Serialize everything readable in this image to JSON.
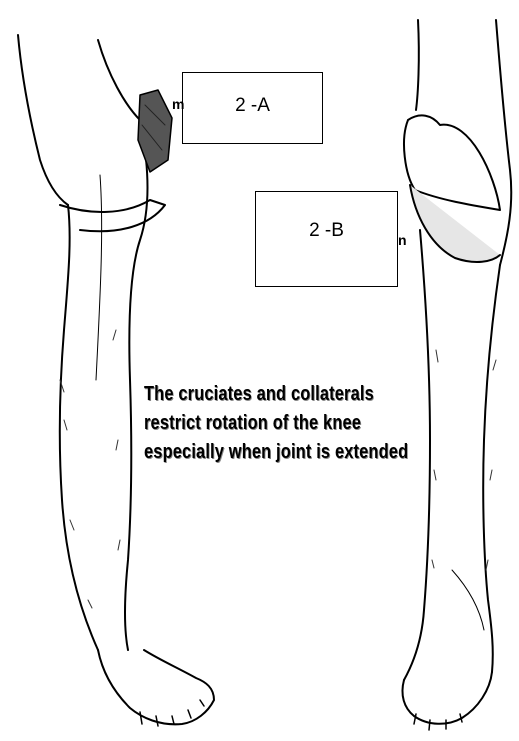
{
  "labels": {
    "box_a": "2 -A",
    "box_b": "2 -B",
    "mark_a": "m",
    "mark_b": "n"
  },
  "caption": {
    "line1": "The cruciates and collaterals",
    "line2": "restrict rotation of the knee",
    "line3": "especially when joint is extended"
  },
  "colors": {
    "ink": "#000000",
    "shade": "#555555",
    "background": "#ffffff"
  }
}
